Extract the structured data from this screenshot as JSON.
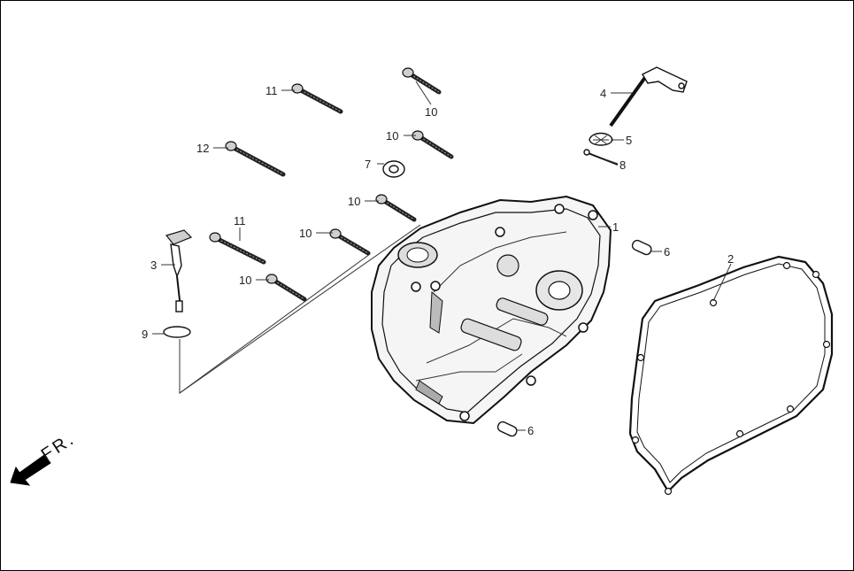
{
  "labels": {
    "p1": "1",
    "p2": "2",
    "p3": "3",
    "p4": "4",
    "p5": "5",
    "p6a": "6",
    "p6b": "6",
    "p7": "7",
    "p8": "8",
    "p9": "9",
    "p10a": "10",
    "p10b": "10",
    "p10c": "10",
    "p10d": "10",
    "p10e": "10",
    "p11a": "11",
    "p11b": "11",
    "p12": "12"
  },
  "direction": {
    "text": "FR."
  }
}
